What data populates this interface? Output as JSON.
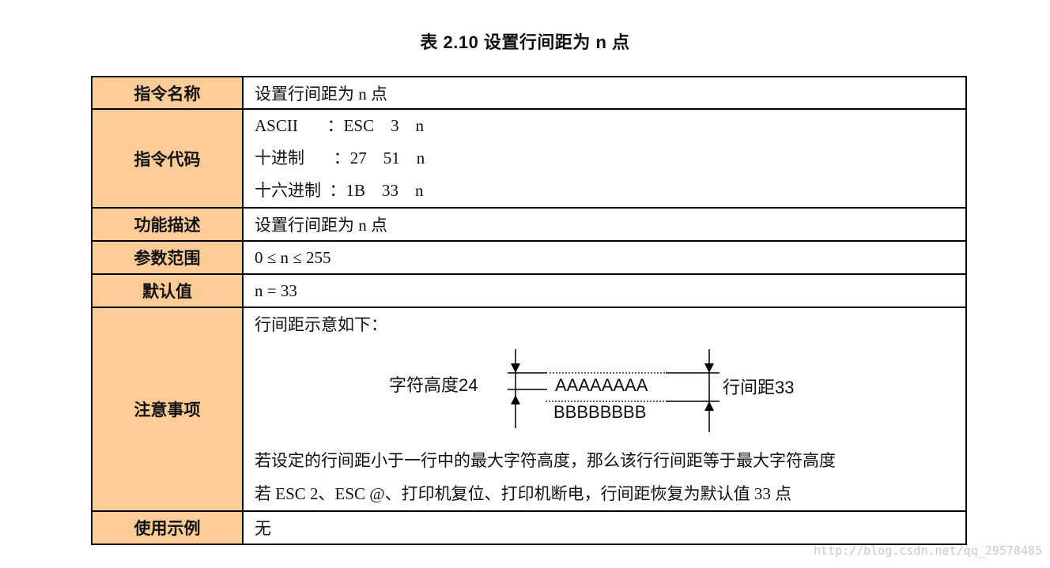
{
  "caption": "表 2.10    设置行间距为 n 点",
  "rows": {
    "name": {
      "label": "指令名称",
      "value": "设置行间距为 n 点"
    },
    "code": {
      "label": "指令代码",
      "lines": [
        "ASCII       ：ESC    3    n",
        "十进制       ：27    51    n",
        "十六进制  ：1B    33    n"
      ]
    },
    "function": {
      "label": "功能描述",
      "value": "设置行间距为  n 点"
    },
    "range": {
      "label": "参数范围",
      "value": "0  ≤  n  ≤  255"
    },
    "default": {
      "label": "默认值",
      "value": "n = 33"
    },
    "notes": {
      "label": "注意事项",
      "intro": "行间距示意如下：",
      "diagram": {
        "char_height_label": "字符高度24",
        "line_a": "AAAAAAAA",
        "line_b": "BBBBBBBB",
        "line_spacing_label": "行间距33"
      },
      "lines": [
        "若设定的行间距小于一行中的最大字符高度，那么该行行间距等于最大字符高度",
        "若 ESC 2、ESC @、打印机复位、打印机断电，行间距恢复为默认值 33 点"
      ]
    },
    "example": {
      "label": "使用示例",
      "value": "无"
    }
  },
  "colors": {
    "label_bg": "#fecc97",
    "border": "#000000"
  },
  "watermark": "http://blog.csdn.net/qq_29578485"
}
